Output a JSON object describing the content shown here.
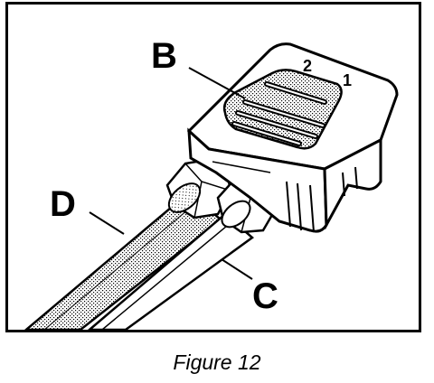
{
  "labels": {
    "callout_b": "B",
    "callout_c": "C",
    "callout_d": "D",
    "pin_2": "2",
    "pin_1": "1"
  },
  "caption": "Figure 12"
}
